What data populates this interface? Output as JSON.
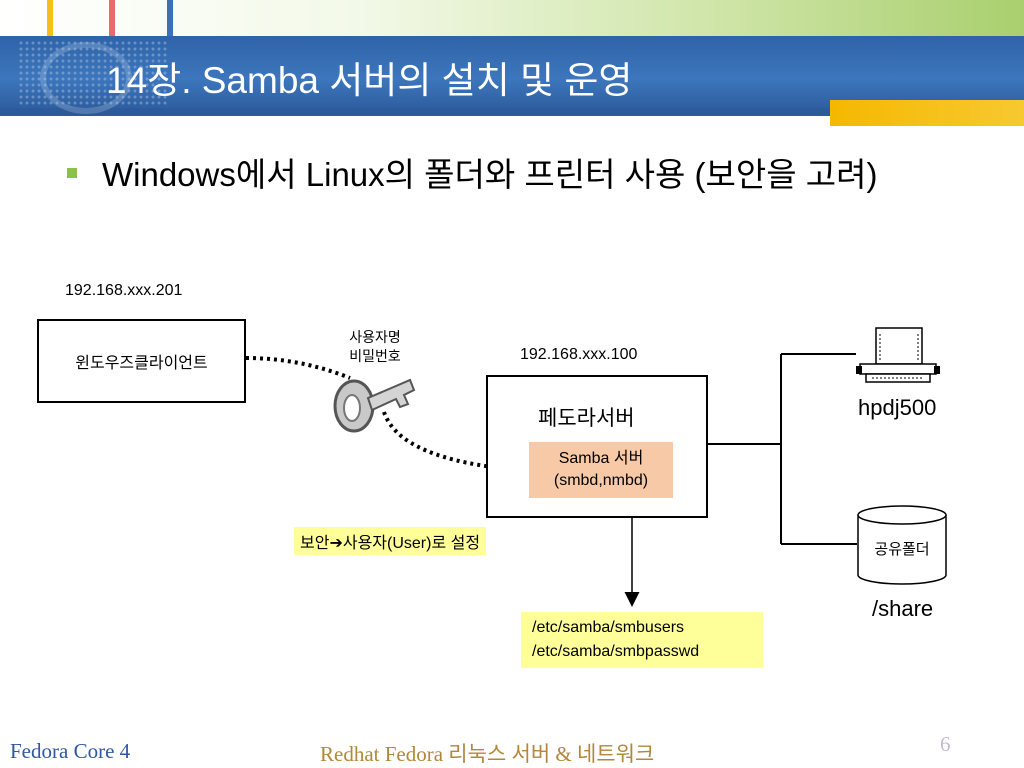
{
  "slide": {
    "title": "14장. Samba 서버의 설치 및 운영",
    "bullet": "Windows에서 Linux의 폴더와 프린터 사용 (보안을 고려)"
  },
  "diagram": {
    "client": {
      "ip": "192.168.xxx.201",
      "label": "윈도우즈클라이언트"
    },
    "credentials": {
      "line1": "사용자명",
      "line2": "비밀번호"
    },
    "server": {
      "ip": "192.168.xxx.100",
      "label": "페도라서버",
      "samba_line1": "Samba 서버",
      "samba_line2": "(smbd,nmbd)"
    },
    "security": "보안➔사용자(User)로 설정",
    "config_files": [
      "/etc/samba/smbusers",
      "/etc/samba/smbpasswd"
    ],
    "printer": {
      "label": "hpdj500"
    },
    "share": {
      "cylinder_label": "공유폴더",
      "path": "/share"
    }
  },
  "footer": {
    "left": "Fedora Core 4",
    "center": "Redhat Fedora 리눅스 서버 & 네트워크",
    "page": "6"
  },
  "colors": {
    "header_blue": "#3d76bd",
    "accent_yellow": "#f5b800",
    "bullet_green": "#8bc34a",
    "samba_box": "#f8c9a6",
    "note_yellow": "#ffff99",
    "footer_blue": "#2f58a0",
    "footer_gold": "#b2873c"
  }
}
